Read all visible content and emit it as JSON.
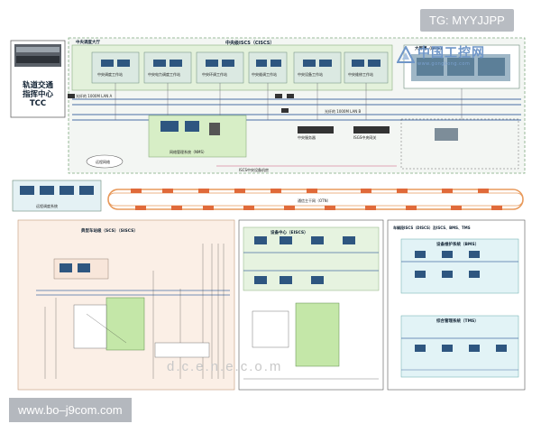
{
  "watermarks": {
    "top_tag": "TG: MYYJJPP",
    "bottom_url": "www.bo–j9com.com",
    "center": "d.c.e.n.e.c.o.m",
    "logo_main": "中国工控网",
    "logo_sub": "www.gongkong.com"
  },
  "tcc": {
    "line1": "轨道交通",
    "line2": "指挥中心",
    "line3": "TCC"
  },
  "center": {
    "title": "中央级ISCS（CISCS）",
    "dispatch_hall": "中央调度大厅",
    "nms": "网络管理系统（NMS）",
    "ups": "大屏幕（DPS）",
    "workstations": [
      "中央调度工作站",
      "中央电力调度工作站",
      "中央环调工作站",
      "中央维调工作站",
      "中央设备工作站",
      "中央维修工作站"
    ],
    "lan_a": "光纤的 1000M LAN A",
    "lan_b": "光纤的 1000M LAN B",
    "server": "中央服务器",
    "isgs": "ISGS中央网关",
    "iscs_room": "ISCS中央设备机房",
    "cloud": "远程网络",
    "remote": "远程调度系统"
  },
  "backbone": {
    "label": "通信主干网（OTN）"
  },
  "station": {
    "title": "典型车站级（SCS）（SISCS）"
  },
  "depot_center": {
    "title": "设备中心（EISCS）"
  },
  "depot": {
    "title": "车辆段ISCS（DISCS）及ISCS、BMS、TMS",
    "maint": "设备维护系统（BMS）",
    "tms": "综合管理系统（TMS）"
  },
  "colors": {
    "center_bg": "#eef3ee",
    "green_panel": "#d7eec6",
    "ws_box": "#c6e0ea",
    "station_bg": "#fbefe6",
    "depot_bg": "#e2f3f6",
    "ring": "#e89a5c",
    "dashed": "#7fa97f"
  }
}
